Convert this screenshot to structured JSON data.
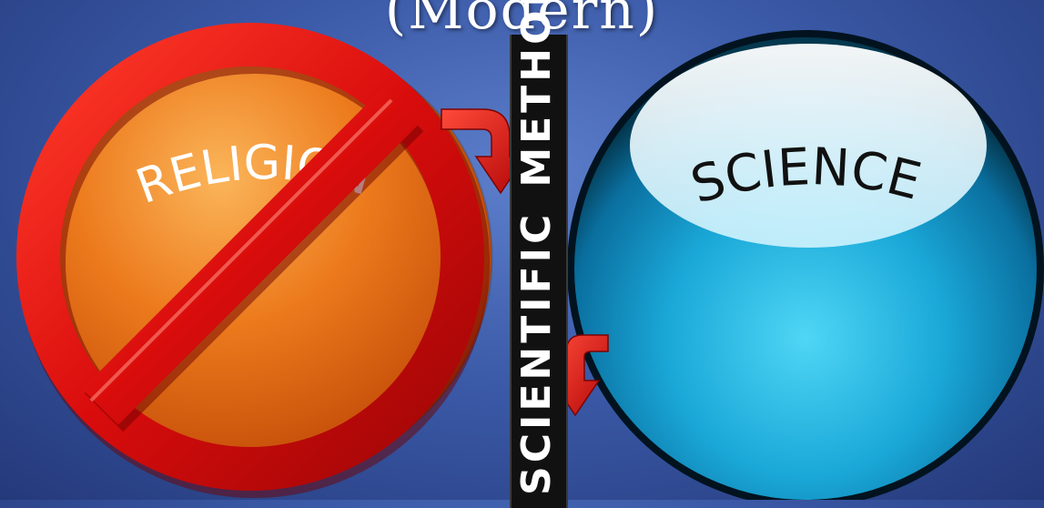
{
  "title": "(Modern)",
  "left_sphere": {
    "label": "RELIGION"
  },
  "right_sphere": {
    "label": "SCIENCE"
  },
  "divider": {
    "word1": "SCIENTIFIC",
    "word2": "METHOD"
  },
  "colors": {
    "background": "#3b5aa8",
    "prohibition_red": "#d90c0c",
    "religion_orange": "#e46a12",
    "science_blue": "#1aa8d8",
    "divider_black": "#111111"
  },
  "icons": [
    "prohibition-sign-icon",
    "down-arrow-icon"
  ]
}
